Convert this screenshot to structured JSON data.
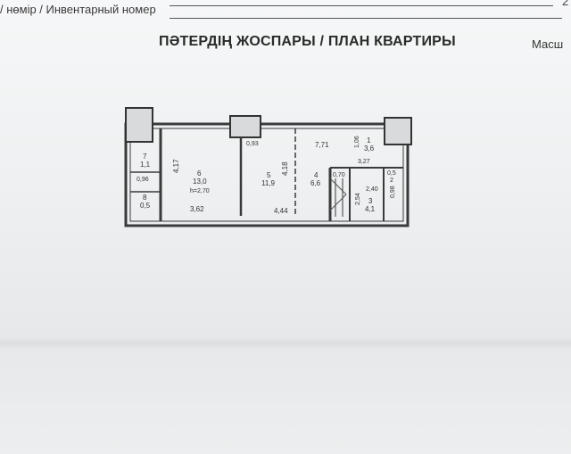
{
  "header": {
    "inventory_label": "/ нөмір / Инвентарный номер",
    "corner_digit": "2",
    "title": "ПӘТЕРДІҢ ЖОСПАРЫ / ПЛАН КВАРТИРЫ",
    "scale_label": "Масш"
  },
  "plan": {
    "rooms": {
      "r7_num": "7",
      "r7_area": "1,1",
      "r8_num": "8",
      "r8_area": "0,5",
      "r6_num": "6",
      "r6_area": "13,0",
      "r6_height": "h=2,70",
      "r5_num": "5",
      "r5_area": "11,9",
      "r4_num": "4",
      "r4_area": "6,6",
      "r1_num": "1",
      "r1_area": "3,6",
      "r2_num": "2",
      "r2_area": "0,5",
      "r3_num": "3",
      "r3_area": "4,1"
    },
    "dimensions": {
      "d096": "0,96",
      "d417": "4,17",
      "d362": "3,62",
      "d093": "0,93",
      "d418": "4,18",
      "d444": "4,44",
      "d771": "7,71",
      "d106": "1,06",
      "d327": "3,27",
      "d070": "0,70",
      "d254": "2,54",
      "d240": "2,40",
      "d098": "0,98"
    }
  }
}
